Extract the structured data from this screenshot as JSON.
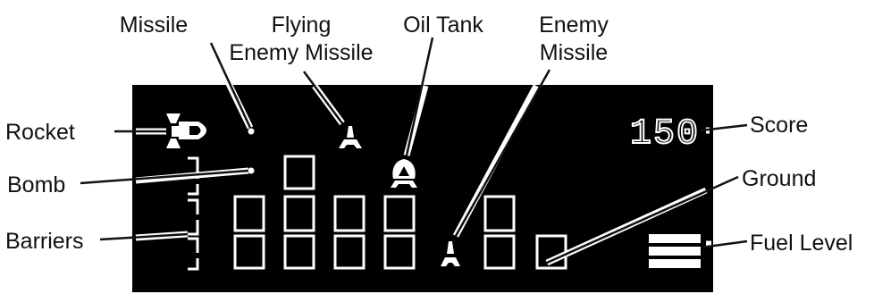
{
  "labels": {
    "missile": "Missile",
    "flying_enemy_missile_1": "Flying",
    "flying_enemy_missile_2": "Enemy Missile",
    "oil_tank": "Oil Tank",
    "enemy_missile_1": "Enemy",
    "enemy_missile_2": "Missile",
    "rocket": "Rocket",
    "score": "Score",
    "bomb": "Bomb",
    "ground": "Ground",
    "barriers": "Barriers",
    "fuel_level": "Fuel Level"
  },
  "score_value": "150",
  "colors": {
    "screen": "#000000",
    "segment": "#ffffff",
    "text": "#111111",
    "background": "#ffffff"
  }
}
